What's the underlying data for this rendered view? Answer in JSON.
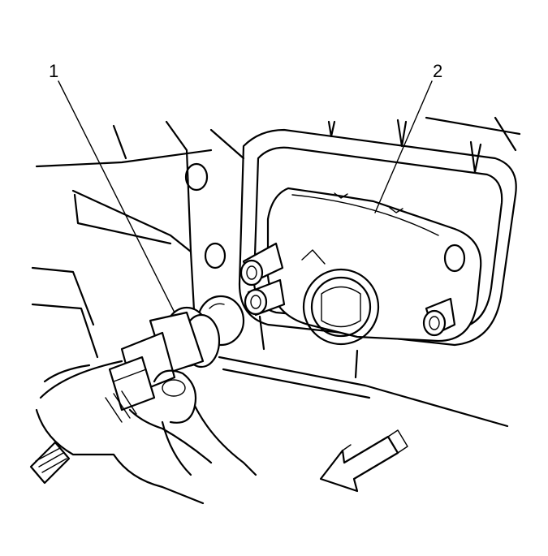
{
  "callouts": [
    {
      "id": "1",
      "label": "1",
      "target": "bulb-socket"
    },
    {
      "id": "2",
      "label": "2",
      "target": "lamp-housing"
    }
  ],
  "colors": {
    "line": "#000000",
    "background": "#ffffff"
  },
  "icons": [
    "direction-arrow-icon"
  ]
}
